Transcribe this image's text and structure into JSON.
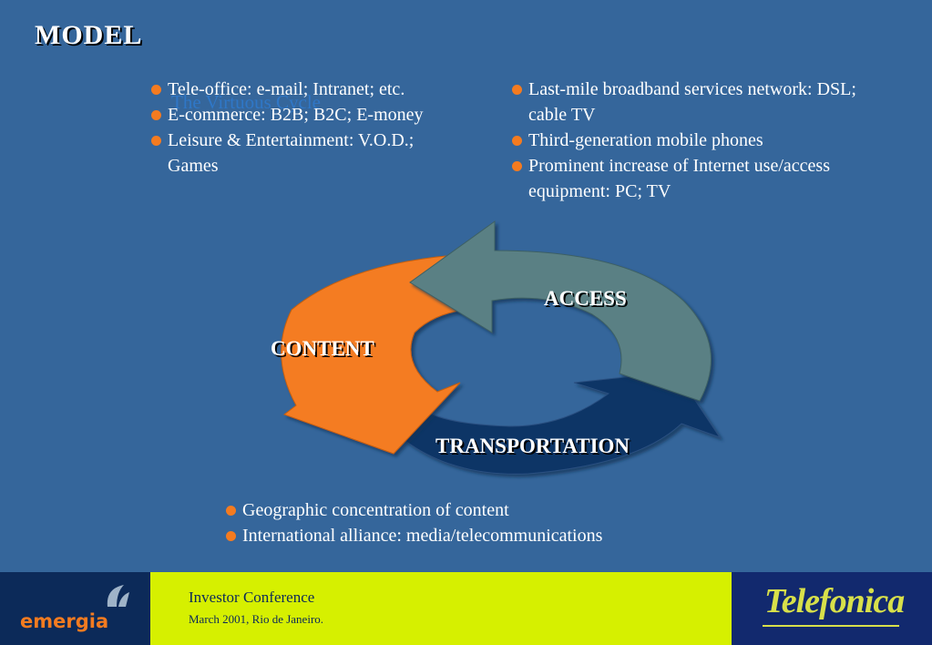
{
  "slide": {
    "title": "MODEL",
    "ghost_subtitle": "The Virtuous Cycle",
    "left_bullets": [
      "Tele-office: e-mail; Intranet; etc.",
      "E-commerce: B2B; B2C; E-money",
      "Leisure & Entertainment: V.O.D.; Games"
    ],
    "right_bullets": [
      "Last-mile broadband services network: DSL; cable TV",
      "Third-generation mobile phones",
      "Prominent increase of Internet use/access equipment: PC; TV"
    ],
    "bottom_bullets": [
      "Geographic concentration of content",
      "International alliance: media/telecommunications"
    ],
    "cycle": {
      "access_label": "ACCESS",
      "content_label": "CONTENT",
      "transport_label": "TRANSPORTATION",
      "colors": {
        "access": "#5a8084",
        "content": "#f47b20",
        "transport": "#0a3466"
      }
    }
  },
  "footer": {
    "left_logo": "emergia",
    "conference_title": "Investor Conference",
    "conference_date": "March 2001, Rio de Janeiro.",
    "right_logo": "Telefonica"
  },
  "theme": {
    "background": "#35669b",
    "bullet_color": "#f47b20",
    "footer_mid": "#d6f000",
    "footer_left": "#0c2a59",
    "footer_right": "#12296e"
  }
}
